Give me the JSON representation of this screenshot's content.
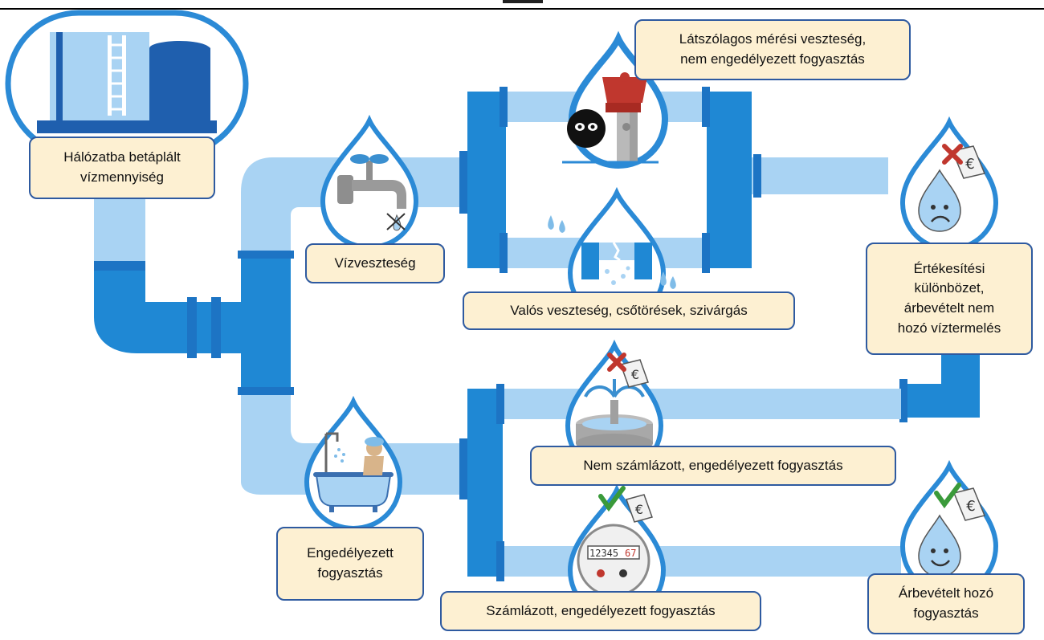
{
  "colors": {
    "pipe_light": "#a9d3f3",
    "pipe_dark": "#1f88d4",
    "pipe_joint": "#1d74c4",
    "drop_outline": "#2b8ad6",
    "label_fill": "#fdf0d2",
    "label_border": "#2e5aa0"
  },
  "labels": {
    "system_input": "Hálózatba betáplált\nvízmennyiség",
    "water_loss": "Vízveszteség",
    "apparent_loss": "Látszólagos mérési veszteség,\nnem engedélyezett fogyasztás",
    "real_loss": "Valós veszteség, csőtörések, szivárgás",
    "non_revenue": "Értékesítési\nkülönbözet,\nárbevételt nem\nhozó víztermelés",
    "authorized_consumption": "Engedélyezett\nfogyasztás",
    "unbilled_authorized": "Nem számlázott, engedélyezett fogyasztás",
    "billed_authorized": "Számlázott, engedélyezett fogyasztás",
    "revenue_water": "Árbevételt hozó\nfogyasztás"
  },
  "meter": {
    "digits": "12345",
    "digits_red": "67"
  },
  "icons": {
    "tank": "water-tank-icon",
    "tap": "dripping-tap-icon",
    "theft": "masked-thief-hydrant-icon",
    "leak": "burst-pipe-icon",
    "sad_drop": "sad-water-drop-icon",
    "fountain": "fountain-icon",
    "bath": "bathtub-person-icon",
    "meter": "water-meter-icon",
    "happy_drop": "happy-water-drop-icon",
    "cross": "red-cross-icon",
    "check": "green-check-icon",
    "euro": "euro-tag-icon"
  }
}
